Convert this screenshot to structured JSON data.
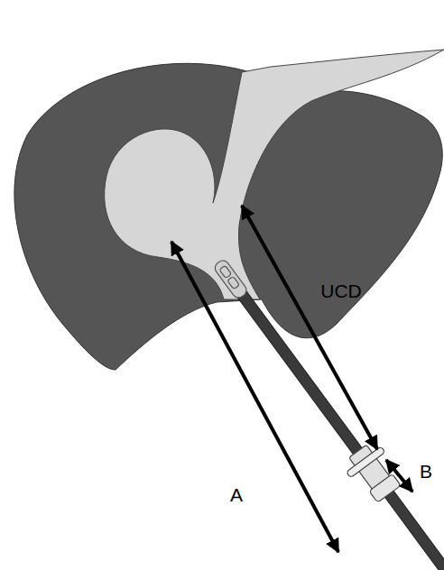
{
  "diagram": {
    "labels": [
      "UCD",
      "A",
      "B"
    ]
  }
}
